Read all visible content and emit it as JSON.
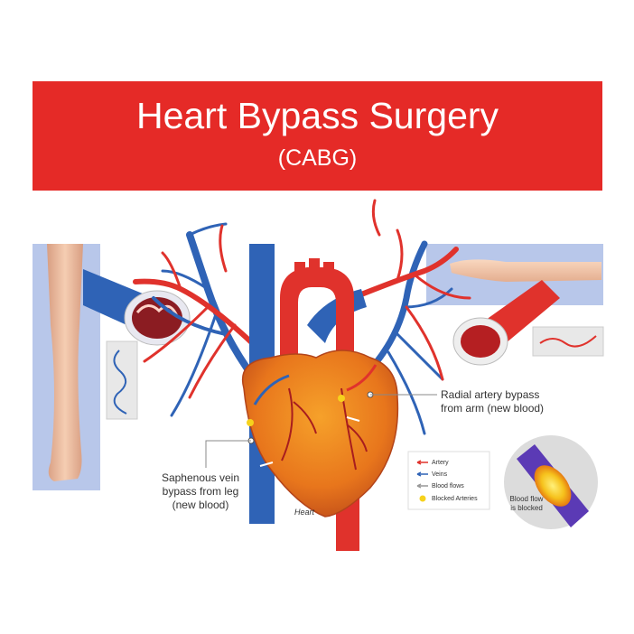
{
  "title": "Heart Bypass Surgery",
  "subtitle": "(CABG)",
  "labels": {
    "radial_line1": "Radial artery bypass",
    "radial_line2": "from arm (new blood)",
    "saph_line1": "Saphenous vein",
    "saph_line2": "bypass from leg",
    "saph_line3": "(new blood)",
    "heart": "Heart",
    "blocked_line1": "Blood flow",
    "blocked_line2": "is blocked"
  },
  "legend": [
    {
      "icon": "red-arrow-icon",
      "text": "Artery"
    },
    {
      "icon": "blue-arrow-icon",
      "text": "Veins"
    },
    {
      "icon": "white-arrow-icon",
      "text": "Blood flows"
    },
    {
      "icon": "yellow-dot-icon",
      "text": "Blocked Arteries"
    }
  ],
  "colors": {
    "banner": "#e52a27",
    "artery": "#e0322c",
    "vein": "#2f63b6",
    "heart": "#e8761c",
    "panel": "#b8c7ea",
    "blocked": "#f6d21c"
  }
}
